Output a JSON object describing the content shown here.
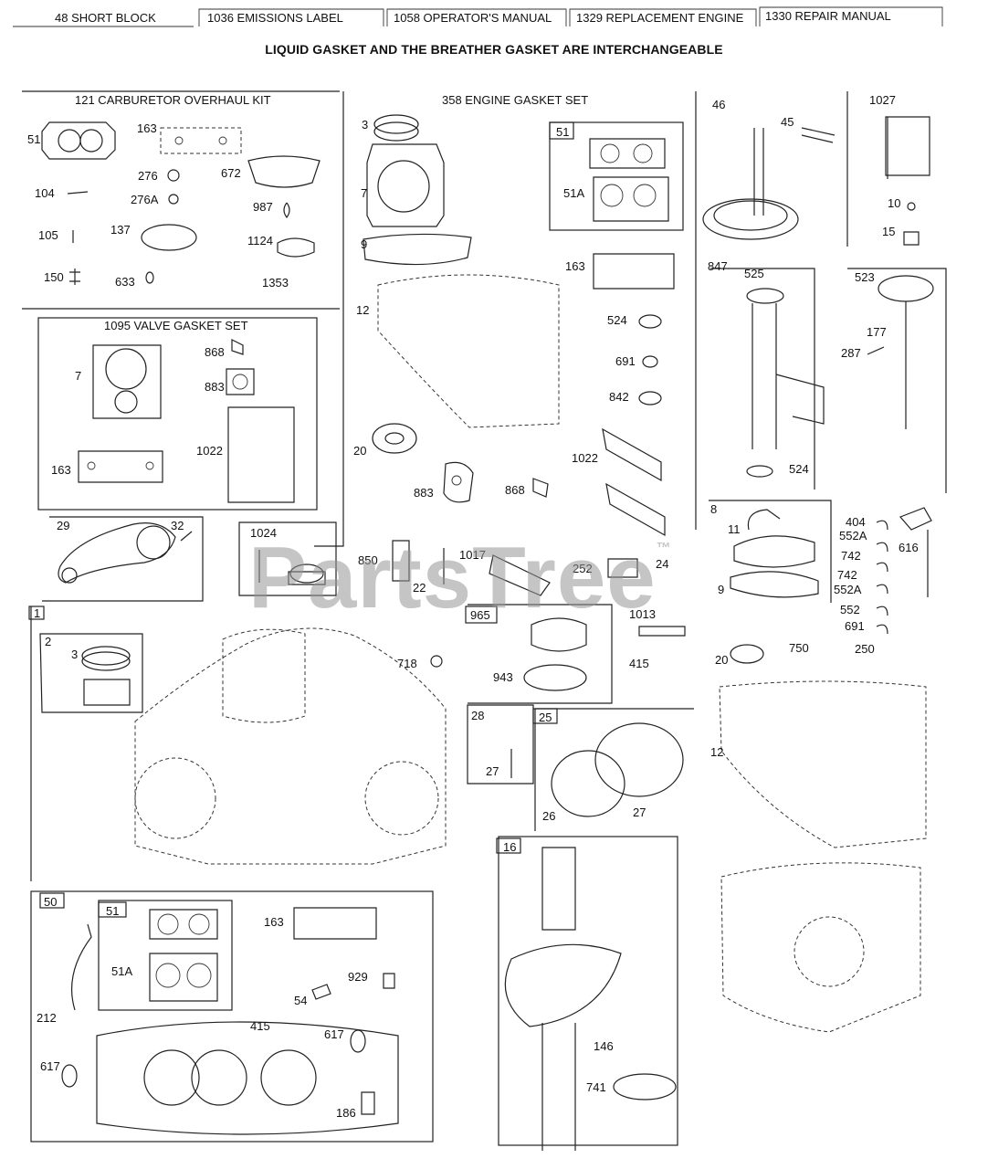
{
  "tabs": [
    {
      "label": "48 SHORT BLOCK"
    },
    {
      "label": "1036 EMISSIONS LABEL"
    },
    {
      "label": "1058 OPERATOR'S MANUAL"
    },
    {
      "label": "1329 REPLACEMENT ENGINE"
    },
    {
      "label": "1330 REPAIR MANUAL"
    }
  ],
  "notice": "LIQUID GASKET AND THE BREATHER GASKET ARE INTERCHANGEABLE",
  "watermark": {
    "text": "PartsTree",
    "mark": "™"
  },
  "kits": {
    "carburetor": "121 CARBURETOR OVERHAUL KIT",
    "valve": "1095 VALVE GASKET SET",
    "engine": "358 ENGINE GASKET SET"
  },
  "callouts": {
    "c51a": "51",
    "c163a": "163",
    "c276": "276",
    "c672": "672",
    "c104": "104",
    "c276A": "276A",
    "c987": "987",
    "c105": "105",
    "c137": "137",
    "c1124": "1124",
    "c150": "150",
    "c633": "633",
    "c1353": "1353",
    "v7": "7",
    "v868": "868",
    "v883": "883",
    "v1022": "1022",
    "v163": "163",
    "c29": "29",
    "c32": "32",
    "c1024": "1024",
    "e3": "3",
    "e7": "7",
    "e51": "51",
    "e51A": "51A",
    "e9": "9",
    "e163": "163",
    "e12": "12",
    "e524": "524",
    "e691": "691",
    "e842": "842",
    "e20": "20",
    "e1022": "1022",
    "e883": "883",
    "e868": "868",
    "r46": "46",
    "r45": "45",
    "r1027": "1027",
    "r10": "10",
    "r15": "15",
    "r847": "847",
    "r525": "525",
    "r523": "523",
    "r177": "177",
    "r287": "287",
    "r524": "524",
    "m850": "850",
    "m22": "22",
    "m1017": "1017",
    "m252": "252",
    "m24": "24",
    "g8": "8",
    "g11": "11",
    "g9": "9",
    "g404": "404",
    "g552A1": "552A",
    "g616": "616",
    "g742a": "742",
    "g742b": "742",
    "g552A2": "552A",
    "g552": "552",
    "g691": "691",
    "b1": "1",
    "b2": "2",
    "b3": "3",
    "b718": "718",
    "o965": "965",
    "o943": "943",
    "o1013": "1013",
    "o415": "415",
    "s20": "20",
    "s750": "750",
    "s250": "250",
    "s12": "12",
    "p28": "28",
    "p27a": "27",
    "p25": "25",
    "p26": "26",
    "p27b": "27",
    "k16": "16",
    "k146": "146",
    "k741": "741",
    "h50": "50",
    "h51": "51",
    "h51A": "51A",
    "h163": "163",
    "h929": "929",
    "h54": "54",
    "h212": "212",
    "h415": "415",
    "h617a": "617",
    "h617b": "617",
    "h186": "186"
  }
}
